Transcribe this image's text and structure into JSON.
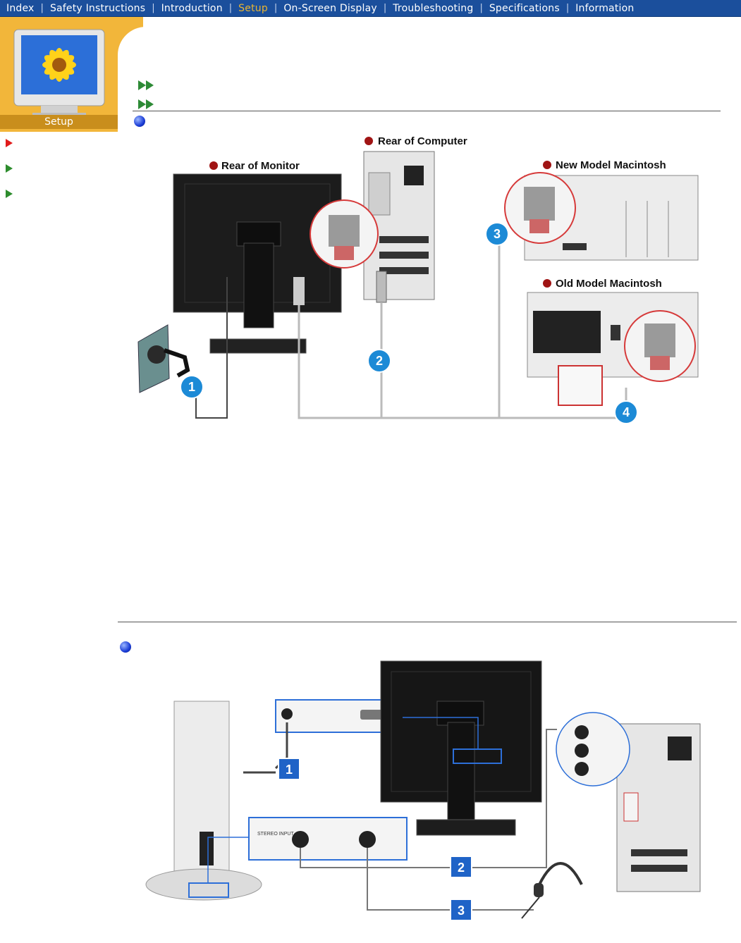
{
  "nav": {
    "items": [
      "Index",
      "Safety Instructions",
      "Introduction",
      "Setup",
      "On-Screen Display",
      "Troubleshooting",
      "Specifications",
      "Information"
    ],
    "active": "Setup"
  },
  "setup_tile": {
    "label": "Setup"
  },
  "diagram1": {
    "rear_monitor": "Rear of Monitor",
    "rear_computer": "Rear of Computer",
    "new_mac": "New Model Macintosh",
    "old_mac": "Old Model Macintosh",
    "callouts": [
      "1",
      "2",
      "3",
      "4"
    ]
  },
  "diagram2": {
    "stereo_input": "STEREO INPUT",
    "callouts": [
      "1",
      "2",
      "3"
    ]
  }
}
